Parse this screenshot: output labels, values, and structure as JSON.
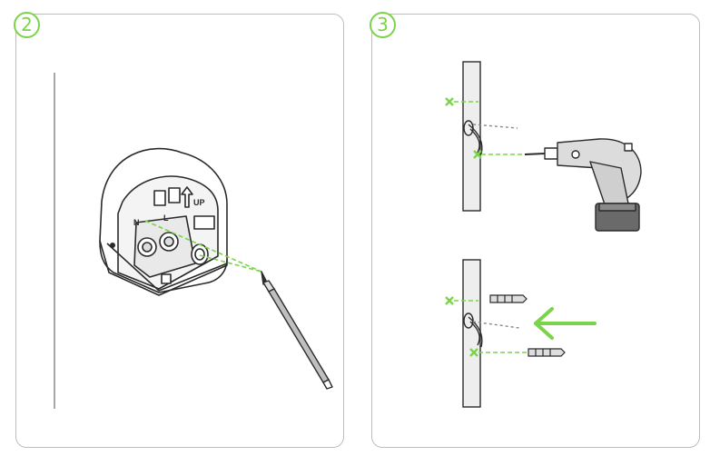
{
  "steps": [
    {
      "number": "2",
      "terminals": {
        "n": "N",
        "l": "L",
        "up": "UP"
      }
    },
    {
      "number": "3"
    }
  ],
  "colors": {
    "accent_green": "#7bd34a",
    "outline": "#2b2b2b",
    "panel_border": "#bdbdbd",
    "wall_fill": "#eeeeee"
  },
  "icons": [
    "pencil-icon",
    "drill-icon",
    "wall-plug-icon",
    "arrow-left-icon",
    "cross-mark-icon"
  ]
}
